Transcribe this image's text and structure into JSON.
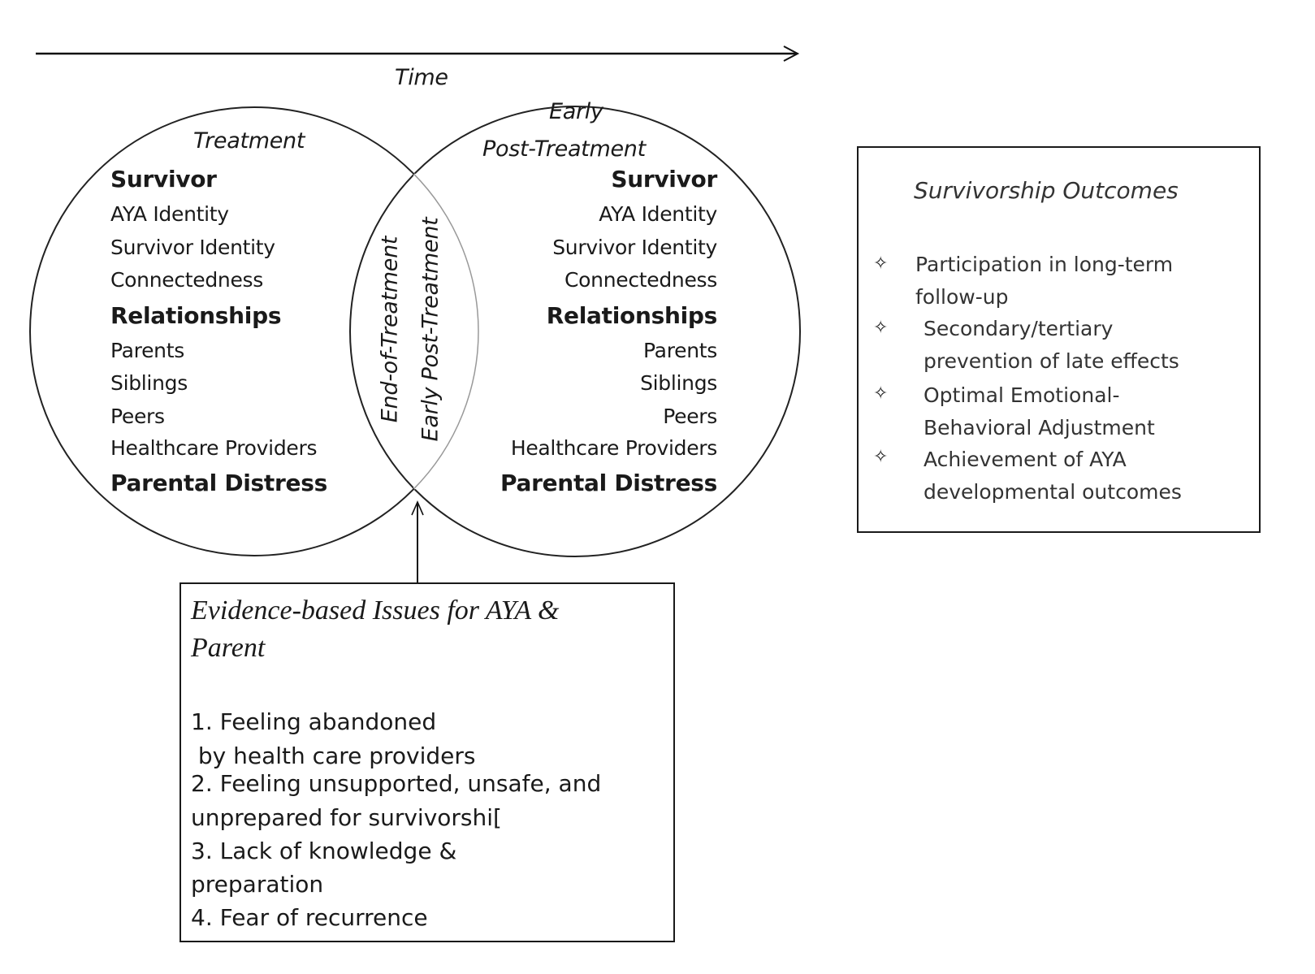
{
  "time_axis": {
    "label": "Time"
  },
  "left_circle": {
    "phase": "Treatment",
    "groups": [
      {
        "heading": "Survivor",
        "items": [
          "AYA Identity",
          "Survivor Identity",
          "Connectedness"
        ]
      },
      {
        "heading": "Relationships",
        "items": [
          "Parents",
          "Siblings",
          "Peers",
          "Healthcare Providers"
        ]
      },
      {
        "heading": "Parental Distress",
        "items": []
      }
    ]
  },
  "right_circle": {
    "phase_line1": "Early",
    "phase_line2": "Post-Treatment",
    "groups": [
      {
        "heading": "Survivor",
        "items": [
          "AYA Identity",
          "Survivor Identity",
          "Connectedness"
        ]
      },
      {
        "heading": "Relationships",
        "items": [
          "Parents",
          "Siblings",
          "Peers",
          "Healthcare Providers"
        ]
      },
      {
        "heading": "Parental Distress",
        "items": []
      }
    ]
  },
  "overlap": {
    "line1": "End-of-Treatment",
    "line2": "Early Post-Treatment"
  },
  "outcomes_box": {
    "title": "Survivorship Outcomes",
    "bullet_icon": "diamond-star",
    "items": [
      {
        "line1": "Participation in long-term",
        "line2": "follow-up"
      },
      {
        "line1": "Secondary/tertiary",
        "line2": "prevention of late effects"
      },
      {
        "line1": "Optimal Emotional-",
        "line2": "Behavioral Adjustment"
      },
      {
        "line1": "Achievement of AYA",
        "line2": "developmental outcomes"
      }
    ]
  },
  "evidence_box": {
    "title_line1": "Evidence-based Issues for AYA &",
    "title_line2": "Parent",
    "lines": [
      "1. Feeling abandoned",
      " by health care providers",
      "2. Feeling unsupported, unsafe, and",
      "unprepared for survivorshi[",
      "3. Lack of knowledge &",
      "preparation",
      "4. Fear of recurrence"
    ]
  }
}
